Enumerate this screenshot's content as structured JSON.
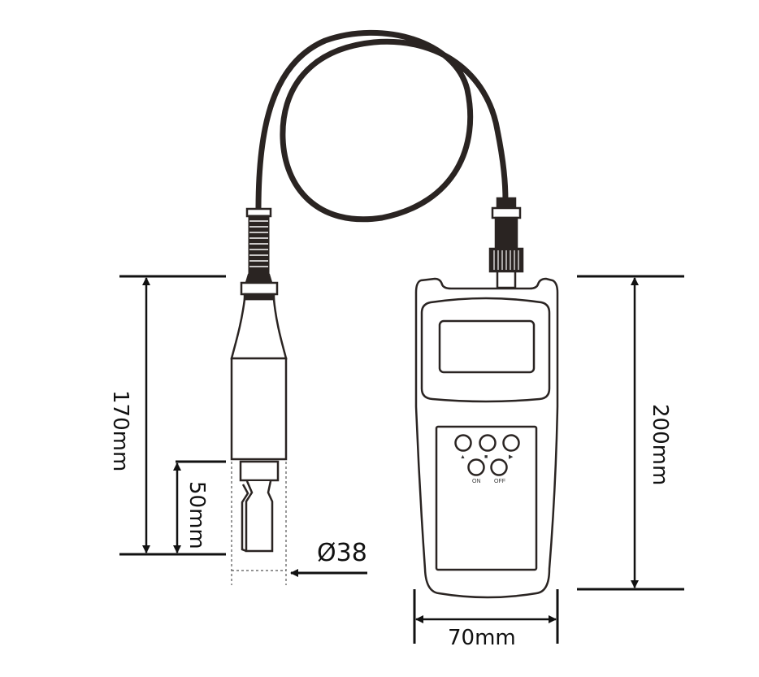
{
  "dimensions": {
    "probe_length": "170mm",
    "sensor_length": "50mm",
    "probe_diameter": "Ø38",
    "meter_height": "200mm",
    "meter_width": "70mm"
  },
  "meter": {
    "buttons": [
      {
        "symbol": "▲",
        "icon": "up-arrow-icon"
      },
      {
        "symbol": "■",
        "icon": "square-icon"
      },
      {
        "symbol": "▶",
        "icon": "right-arrow-icon"
      },
      {
        "symbol": "ON",
        "icon": "power-on-icon"
      },
      {
        "symbol": "OFF",
        "icon": "power-off-icon"
      }
    ]
  },
  "colors": {
    "line": "#2a2422",
    "dim": "#111111"
  }
}
